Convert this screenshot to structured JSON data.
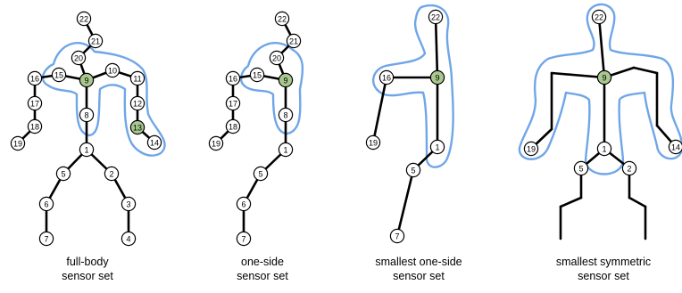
{
  "colors": {
    "sensor_joint": "#a9c88f",
    "plain_joint": "#ffffff",
    "outline": "#6fa6e8",
    "bone": "#000000"
  },
  "panels": [
    {
      "id": "full-body",
      "caption": [
        "full-body",
        "sensor set"
      ],
      "joints": [
        {
          "label": "22",
          "sensor": false
        },
        {
          "label": "21",
          "sensor": false
        },
        {
          "label": "20",
          "sensor": false
        },
        {
          "label": "15",
          "sensor": false
        },
        {
          "label": "16",
          "sensor": false
        },
        {
          "label": "17",
          "sensor": false
        },
        {
          "label": "18",
          "sensor": false
        },
        {
          "label": "19",
          "sensor": false
        },
        {
          "label": "9",
          "sensor": true
        },
        {
          "label": "10",
          "sensor": false
        },
        {
          "label": "11",
          "sensor": false
        },
        {
          "label": "12",
          "sensor": false
        },
        {
          "label": "13",
          "sensor": true
        },
        {
          "label": "14",
          "sensor": false
        },
        {
          "label": "8",
          "sensor": false
        },
        {
          "label": "1",
          "sensor": false
        },
        {
          "label": "5",
          "sensor": false
        },
        {
          "label": "6",
          "sensor": false
        },
        {
          "label": "7",
          "sensor": false
        },
        {
          "label": "2",
          "sensor": false
        },
        {
          "label": "3",
          "sensor": false
        },
        {
          "label": "4",
          "sensor": false
        }
      ]
    },
    {
      "id": "one-side",
      "caption": [
        "one-side",
        "sensor set"
      ],
      "joints": [
        {
          "label": "22",
          "sensor": false
        },
        {
          "label": "21",
          "sensor": false
        },
        {
          "label": "20",
          "sensor": false
        },
        {
          "label": "15",
          "sensor": false
        },
        {
          "label": "16",
          "sensor": false
        },
        {
          "label": "17",
          "sensor": false
        },
        {
          "label": "18",
          "sensor": false
        },
        {
          "label": "19",
          "sensor": false
        },
        {
          "label": "9",
          "sensor": true
        },
        {
          "label": "8",
          "sensor": false
        },
        {
          "label": "1",
          "sensor": false
        },
        {
          "label": "5",
          "sensor": false
        },
        {
          "label": "6",
          "sensor": false
        },
        {
          "label": "7",
          "sensor": false
        }
      ]
    },
    {
      "id": "smallest-one-side",
      "caption": [
        "smallest one-side",
        "sensor set"
      ],
      "joints": [
        {
          "label": "22",
          "sensor": false
        },
        {
          "label": "16",
          "sensor": false
        },
        {
          "label": "9",
          "sensor": true
        },
        {
          "label": "19",
          "sensor": false
        },
        {
          "label": "1",
          "sensor": false
        },
        {
          "label": "5",
          "sensor": false
        },
        {
          "label": "7",
          "sensor": false
        }
      ]
    },
    {
      "id": "smallest-symmetric",
      "caption": [
        "smallest symmetric",
        "sensor set"
      ],
      "joints": [
        {
          "label": "22",
          "sensor": false
        },
        {
          "label": "9",
          "sensor": true
        },
        {
          "label": "19",
          "sensor": false
        },
        {
          "label": "14",
          "sensor": false
        },
        {
          "label": "1",
          "sensor": false
        },
        {
          "label": "5",
          "sensor": false
        },
        {
          "label": "2",
          "sensor": false
        }
      ]
    }
  ]
}
